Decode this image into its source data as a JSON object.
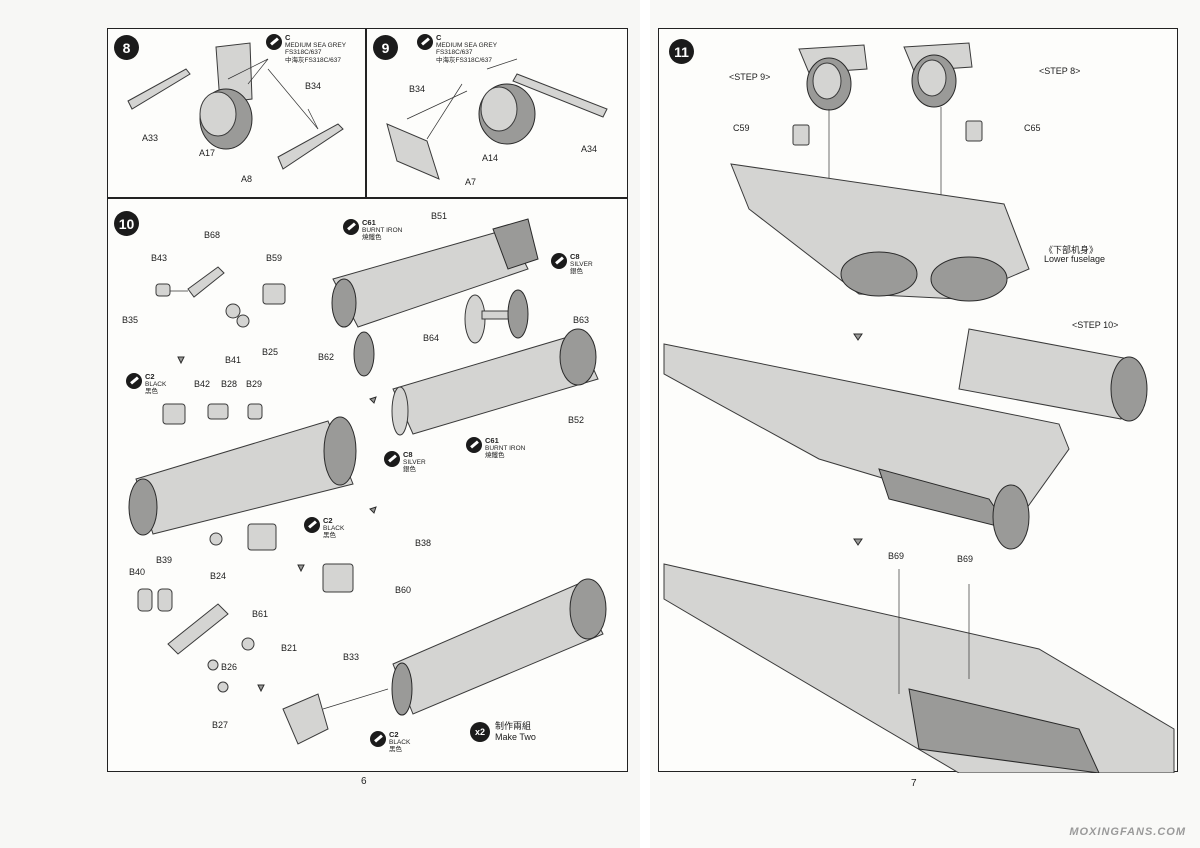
{
  "pages": {
    "left_number": "6",
    "right_number": "7"
  },
  "step8": {
    "number": "8",
    "paint": {
      "code": "C",
      "line1": "MEDIUM SEA GREY",
      "line2": "FS318C/637",
      "line3": "中海灰FS318C/637"
    },
    "labels": {
      "b34": "B34",
      "a33": "A33",
      "a17": "A17",
      "a8": "A8"
    }
  },
  "step9": {
    "number": "9",
    "paint": {
      "code": "C",
      "line1": "MEDIUM SEA GREY",
      "line2": "FS318C/637",
      "line3": "中海灰FS318C/637"
    },
    "labels": {
      "b34": "B34",
      "a14": "A14",
      "a34": "A34",
      "a7": "A7"
    }
  },
  "step10": {
    "number": "10",
    "labels": {
      "b68": "B68",
      "b43": "B43",
      "b59": "B59",
      "b35": "B35",
      "b25": "B25",
      "b41": "B41",
      "b51": "B51",
      "b63": "B63",
      "b64": "B64",
      "b62": "B62",
      "b52": "B52",
      "b42": "B42",
      "b28": "B28",
      "b29": "B29",
      "b24": "B24",
      "b38": "B38",
      "b60": "B60",
      "b39": "B39",
      "b40": "B40",
      "b61": "B61",
      "b21": "B21",
      "b26": "B26",
      "b27": "B27",
      "b33": "B33"
    },
    "paints": {
      "burnt_iron_1": {
        "code": "C61",
        "line1": "BURNT IRON",
        "line2": "燒鐵色"
      },
      "silver_1": {
        "code": "C8",
        "line1": "SILVER",
        "line2": "銀色"
      },
      "black_1": {
        "code": "C2",
        "line1": "BLACK",
        "line2": "黑色"
      },
      "silver_2": {
        "code": "C8",
        "line1": "SILVER",
        "line2": "銀色"
      },
      "burnt_iron_2": {
        "code": "C61",
        "line1": "BURNT IRON",
        "line2": "燒鐵色"
      },
      "black_2": {
        "code": "C2",
        "line1": "BLACK",
        "line2": "黑色"
      },
      "black_3": {
        "code": "C2",
        "line1": "BLACK",
        "line2": "黑色"
      }
    },
    "make_two": {
      "multiplier": "x2",
      "zh": "制作兩組",
      "en": "Make Two"
    }
  },
  "step11": {
    "number": "11",
    "labels": {
      "step9": "<STEP 9>",
      "step8": "<STEP 8>",
      "c59": "C59",
      "c65": "C65",
      "lower_zh": "《下部机身》",
      "lower_en": "Lower fuselage",
      "step10": "<STEP 10>",
      "b69_a": "B69",
      "b69_b": "B69"
    }
  },
  "watermark": "MOXINGFANS.COM"
}
